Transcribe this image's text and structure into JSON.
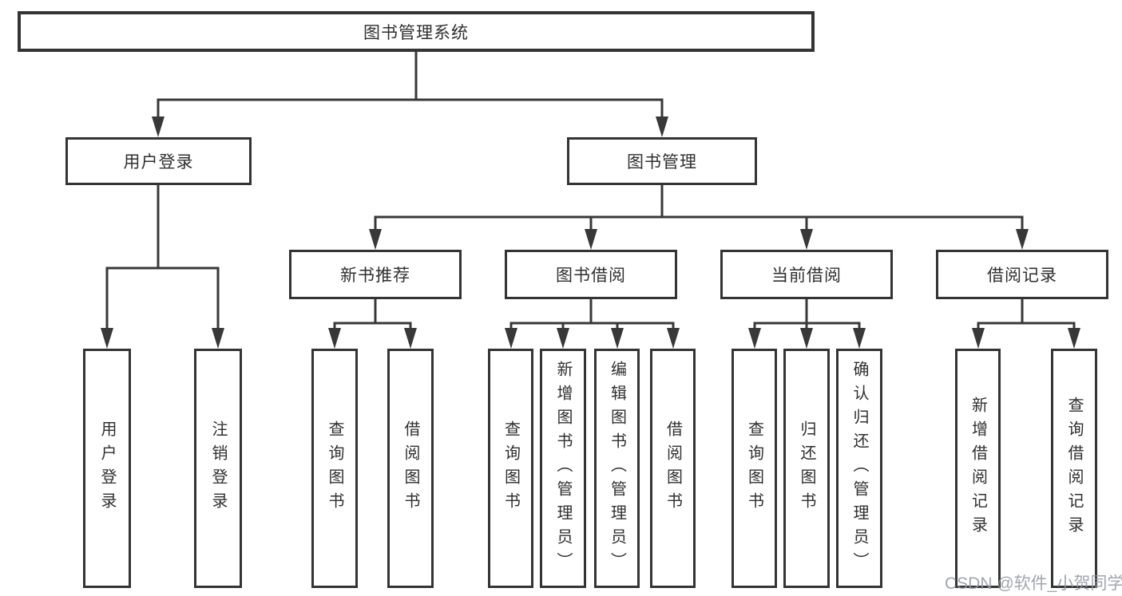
{
  "diagram": {
    "root": {
      "label": "图书管理系统"
    },
    "branches": [
      {
        "label": "用户登录",
        "children": [
          {
            "label": "用户登录"
          },
          {
            "label": "注销登录"
          }
        ]
      },
      {
        "label": "图书管理",
        "children": [
          {
            "label": "新书推荐",
            "children": [
              {
                "label": "查询图书"
              },
              {
                "label": "借阅图书"
              }
            ]
          },
          {
            "label": "图书借阅",
            "children": [
              {
                "label": "查询图书"
              },
              {
                "label": "新增图书（管理员）"
              },
              {
                "label": "编辑图书（管理员）"
              },
              {
                "label": "借阅图书"
              }
            ]
          },
          {
            "label": "当前借阅",
            "children": [
              {
                "label": "查询图书"
              },
              {
                "label": "归还图书"
              },
              {
                "label": "确认归还（管理员）"
              }
            ]
          },
          {
            "label": "借阅记录",
            "children": [
              {
                "label": "新增借阅记录"
              },
              {
                "label": "查询借阅记录"
              }
            ]
          }
        ]
      }
    ]
  },
  "watermark": {
    "text": "CSDN @软件_小贺同学"
  },
  "colors": {
    "line": "#383838",
    "border": "#343434",
    "text": "#2f2f2f",
    "background": "#ffffff",
    "watermark": "#969ba3"
  }
}
